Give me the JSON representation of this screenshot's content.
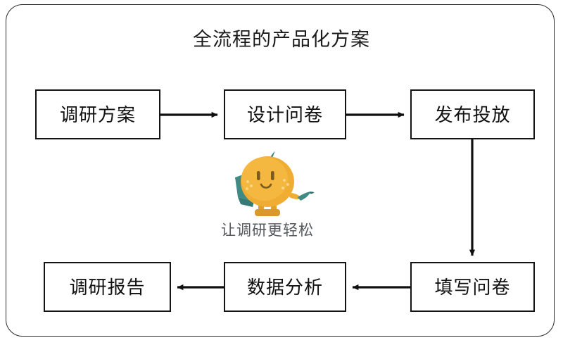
{
  "diagram": {
    "title": "全流程的产品化方案",
    "frame": {
      "shape": "rounded-rectangle",
      "border_color": "#2b2b2b"
    },
    "colors": {
      "box_border": "#141414",
      "box_text": "#111111",
      "arrow": "#0f0f0f",
      "mascot_body": "#f0ad33",
      "mascot_body_light": "#f6c04a",
      "mascot_accent": "#3f8a84",
      "mascot_face": "#7a5a1e",
      "tagline_text": "#56595e"
    },
    "nodes": [
      {
        "id": "plan",
        "label": "调研方案"
      },
      {
        "id": "design",
        "label": "设计问卷"
      },
      {
        "id": "publish",
        "label": "发布投放"
      },
      {
        "id": "fill",
        "label": "填写问卷"
      },
      {
        "id": "analyze",
        "label": "数据分析"
      },
      {
        "id": "report",
        "label": "调研报告"
      }
    ],
    "edges": [
      {
        "id": "plan-to-design",
        "from": "plan",
        "to": "design",
        "direction": "right"
      },
      {
        "id": "design-to-publish",
        "from": "design",
        "to": "publish",
        "direction": "right"
      },
      {
        "id": "publish-to-fill",
        "from": "publish",
        "to": "fill",
        "direction": "down"
      },
      {
        "id": "fill-to-analyze",
        "from": "fill",
        "to": "analyze",
        "direction": "left"
      },
      {
        "id": "analyze-to-report",
        "from": "analyze",
        "to": "report",
        "direction": "left"
      }
    ],
    "mascot": {
      "name": "orange-mascot",
      "tagline": "让调研更轻松",
      "elements": [
        "leaf-sprout",
        "eyes",
        "smile",
        "cheek-dots",
        "megaphone",
        "pen-arm",
        "legs"
      ]
    }
  }
}
